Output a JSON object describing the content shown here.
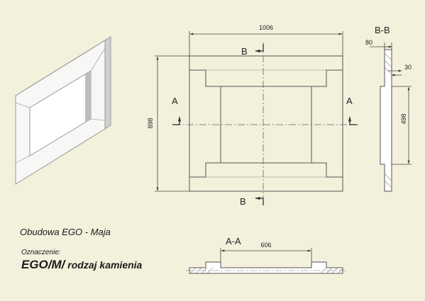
{
  "product_name": "Obudowa EGO - Maja",
  "designation": {
    "label": "Oznaczenie:",
    "code": "EGO/M/",
    "suffix": " rodzaj kamienia"
  },
  "front_view": {
    "width_dim": "1006",
    "height_dim": "898",
    "section_marker_b": "B",
    "section_marker_a": "A"
  },
  "section_bb": {
    "title": "B-B",
    "dim_depth": "80",
    "dim_step": "30",
    "dim_opening": "498"
  },
  "section_aa": {
    "title": "A-A",
    "dim_opening": "606"
  },
  "colors": {
    "background": "#f3f0dc",
    "line": "#4a4a4a",
    "panel_face": "#f6f6f4",
    "panel_shade": "#c9c9c9"
  }
}
